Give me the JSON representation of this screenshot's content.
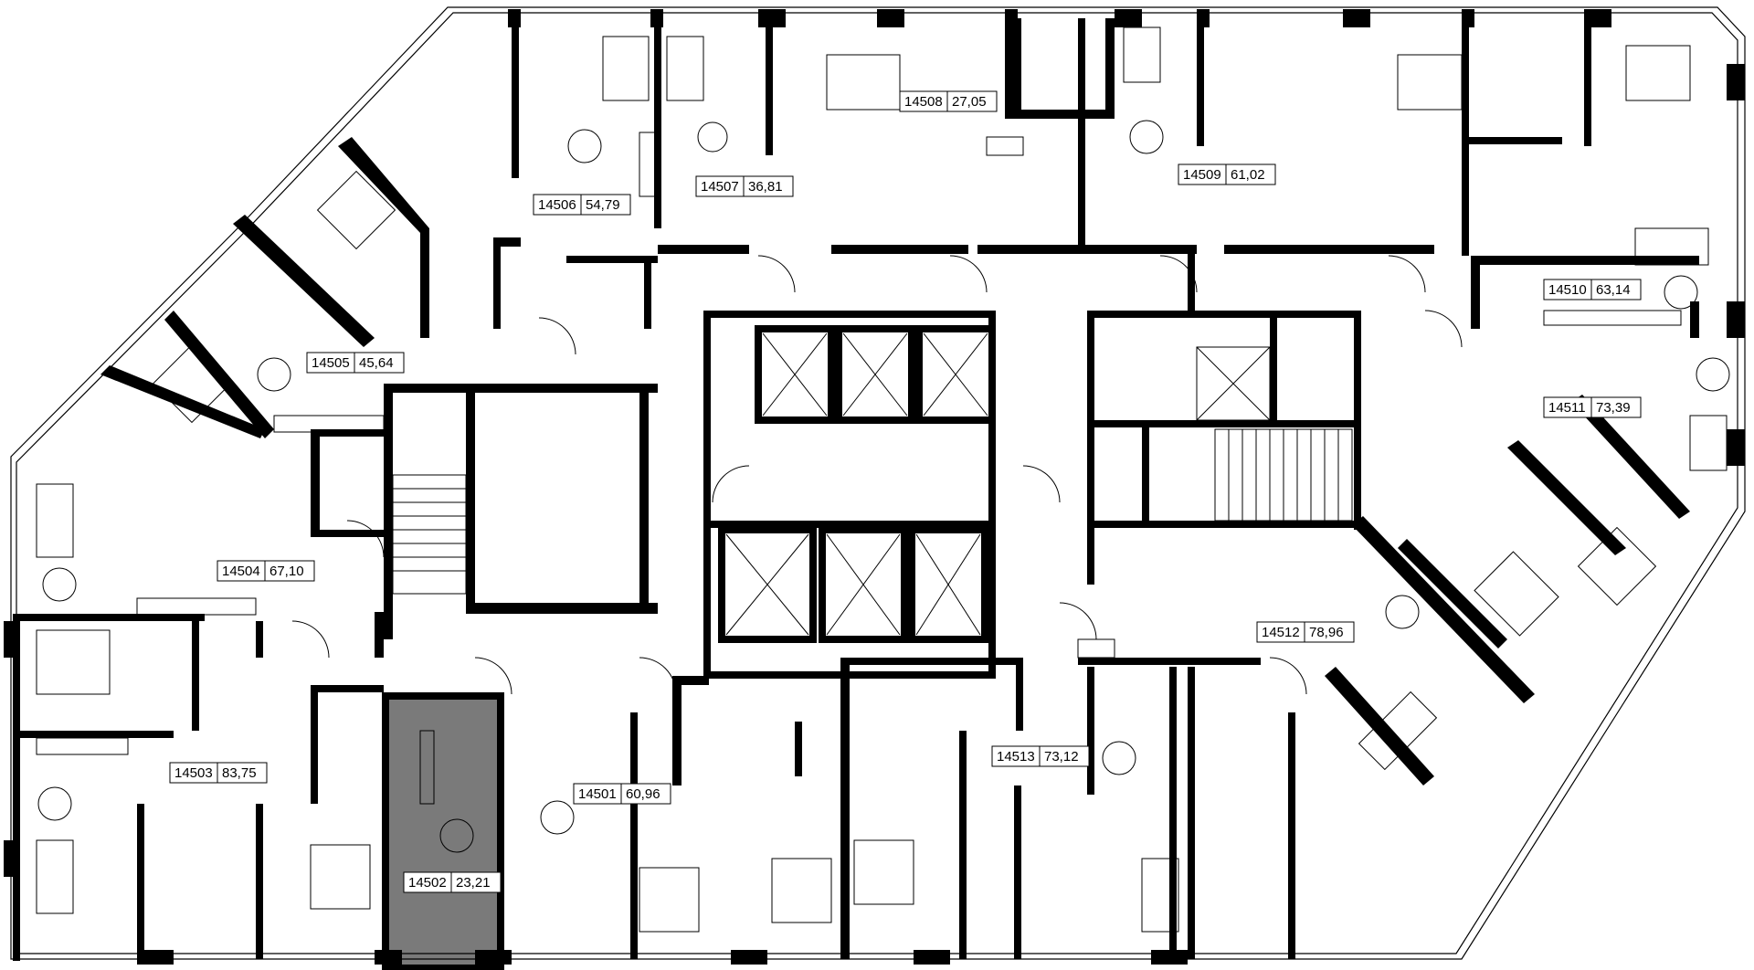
{
  "apartments": [
    {
      "id": "14501",
      "area": "60,96",
      "selected": false
    },
    {
      "id": "14502",
      "area": "23,21",
      "selected": true
    },
    {
      "id": "14503",
      "area": "83,75",
      "selected": false
    },
    {
      "id": "14504",
      "area": "67,10",
      "selected": false
    },
    {
      "id": "14505",
      "area": "45,64",
      "selected": false
    },
    {
      "id": "14506",
      "area": "54,79",
      "selected": false
    },
    {
      "id": "14507",
      "area": "36,81",
      "selected": false
    },
    {
      "id": "14508",
      "area": "27,05",
      "selected": false
    },
    {
      "id": "14509",
      "area": "61,02",
      "selected": false
    },
    {
      "id": "14510",
      "area": "63,14",
      "selected": false
    },
    {
      "id": "14511",
      "area": "73,39",
      "selected": false
    },
    {
      "id": "14512",
      "area": "78,96",
      "selected": false
    },
    {
      "id": "14513",
      "area": "73,12",
      "selected": false
    }
  ],
  "colors": {
    "wall": "#000000",
    "background": "#ffffff",
    "selected_fill": "#7a7a7a",
    "label_bg": "#ffffff"
  }
}
